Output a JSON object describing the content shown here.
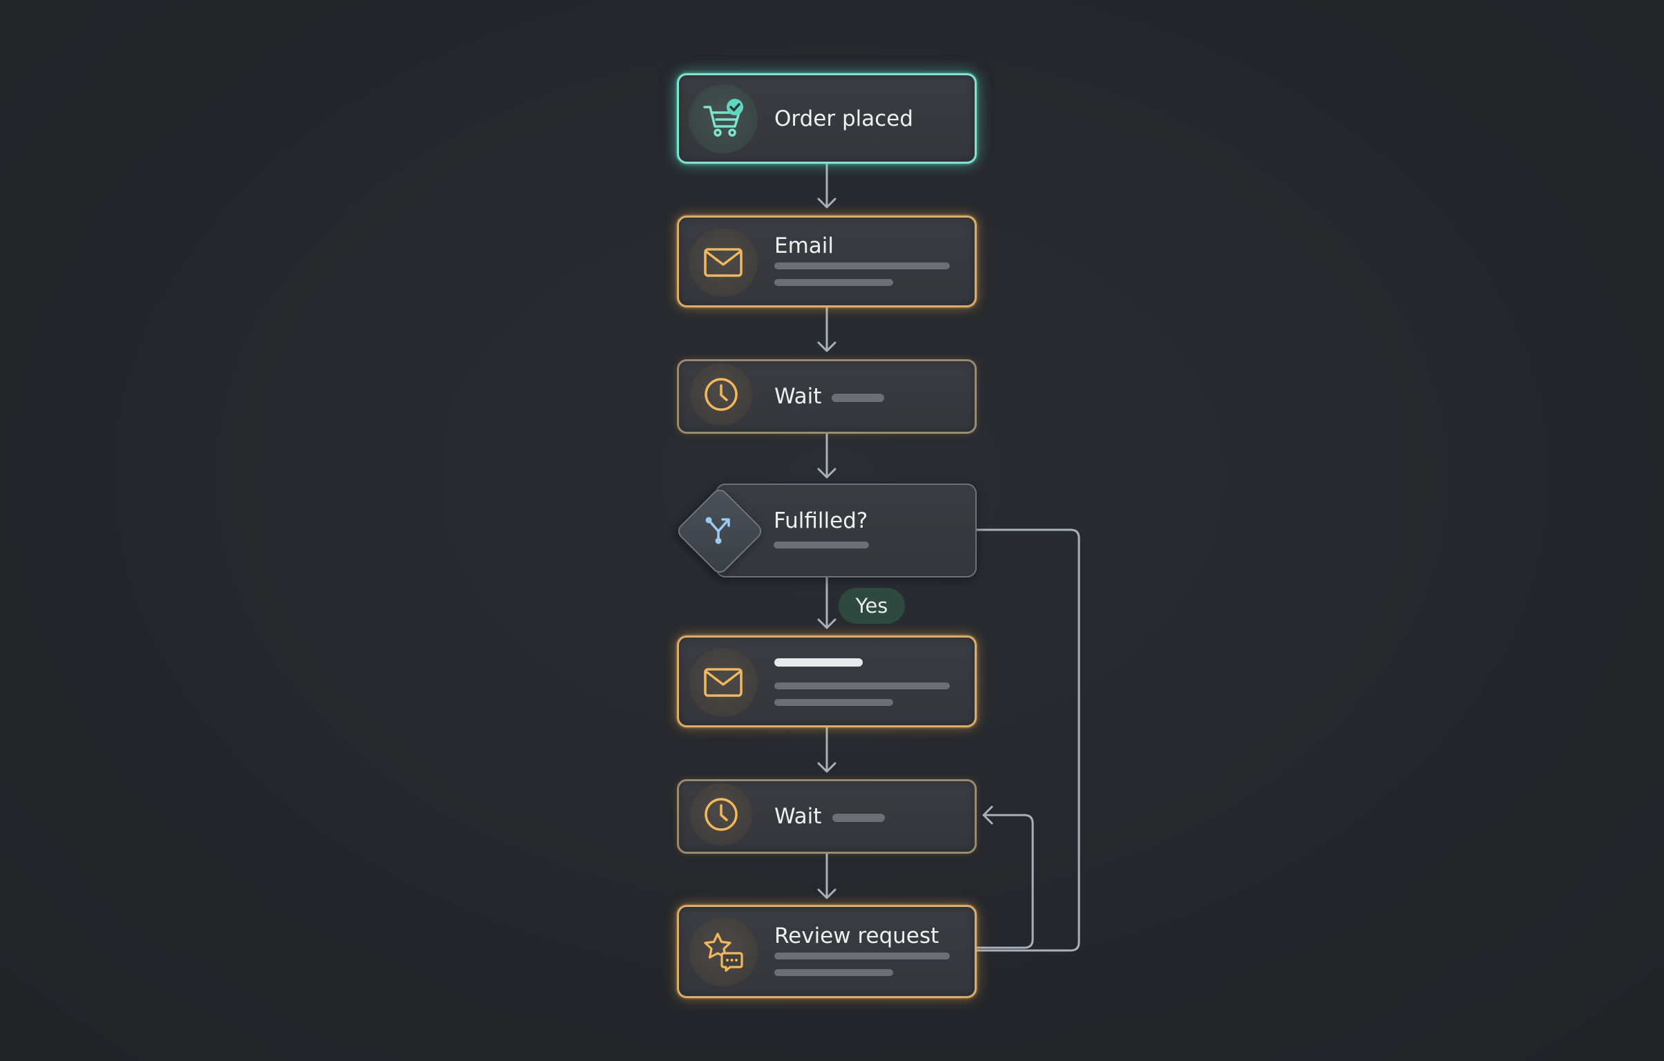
{
  "nodes": {
    "order_placed": {
      "label": "Order placed",
      "icon": "shopping-cart-check-icon"
    },
    "email_1": {
      "label": "Email",
      "icon": "envelope-icon"
    },
    "wait_1": {
      "label": "Wait",
      "icon": "clock-icon"
    },
    "fulfilled": {
      "label": "Fulfilled?",
      "icon": "branch-split-icon"
    },
    "email_2": {
      "label": "",
      "icon": "envelope-icon"
    },
    "wait_2": {
      "label": "Wait",
      "icon": "clock-icon"
    },
    "review_request": {
      "label": "Review request",
      "icon": "star-chat-icon"
    }
  },
  "edges": {
    "yes_label": "Yes"
  },
  "colors": {
    "background": "#25272c",
    "trigger_accent": "#7fe3cf",
    "action_accent": "#f0b45a",
    "connector": "#a9b1bd",
    "yes_badge": "#2e4a40",
    "decision_icon": "#9ccaf0"
  }
}
